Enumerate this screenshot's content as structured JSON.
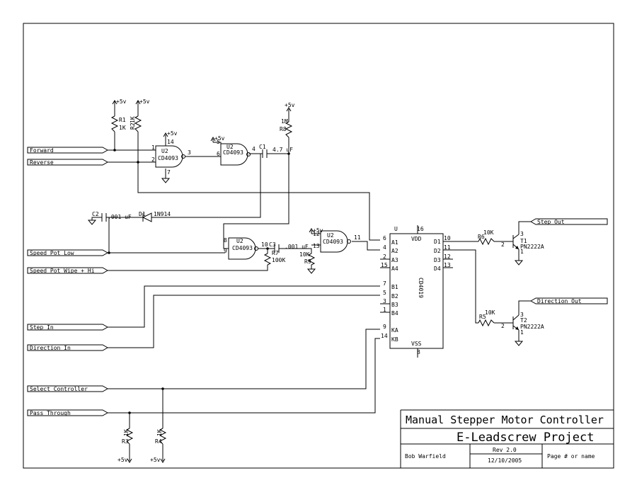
{
  "title_block": {
    "title": "Manual Stepper Motor Controller",
    "project": "E-Leadscrew Project",
    "author": "Bob Warfield",
    "revision": "Rev 2.0",
    "date": "12/10/2005",
    "page": "Page # or name"
  },
  "inputs": [
    {
      "label": "Forward"
    },
    {
      "label": "Reverse"
    },
    {
      "label": "Speed Pot Low"
    },
    {
      "label": "Speed Pot Wipe + Hi"
    },
    {
      "label": "Step In"
    },
    {
      "label": "Direction In"
    },
    {
      "label": "Select Controller"
    },
    {
      "label": "Pass Through"
    }
  ],
  "outputs": [
    {
      "label": "Step Out"
    },
    {
      "label": "Direction Out"
    }
  ],
  "components": {
    "r1": {
      "ref": "R1",
      "value": "1K"
    },
    "r2": {
      "ref": "R2",
      "value": "1K"
    },
    "r3": {
      "ref": "R3",
      "value": "1K"
    },
    "r4": {
      "ref": "R4",
      "value": "1K"
    },
    "r5": {
      "ref": "R5",
      "value": "10K"
    },
    "r6": {
      "ref": "R6",
      "value": "10K"
    },
    "r7": {
      "ref": "R7",
      "value": "100K"
    },
    "r8": {
      "ref": "R8",
      "value": "1M"
    },
    "r9": {
      "ref": "R9",
      "value": "10K"
    },
    "c1": {
      "ref": "C1",
      "value": "4.7 uF"
    },
    "c2": {
      "ref": "C2",
      "value": ".001 uF"
    },
    "c3": {
      "ref": "C3",
      "value": ".001 uF"
    },
    "d1": {
      "ref": "D1",
      "value": "1N914"
    },
    "t1": {
      "ref": "T1",
      "value": "PN2222A"
    },
    "t2": {
      "ref": "T2",
      "value": "PN2222A"
    },
    "u2": {
      "ref": "U2",
      "value": "CD4093"
    },
    "u": {
      "ref": "U",
      "value": "CD4019"
    }
  },
  "power": {
    "vcc": "+5v"
  },
  "pins": {
    "g1": [
      "1",
      "2",
      "3",
      "14",
      "7"
    ],
    "g2": [
      "5",
      "6",
      "4"
    ],
    "g3": [
      "8",
      "9",
      "10"
    ],
    "g4": [
      "12",
      "13",
      "11"
    ],
    "u_left": [
      "6",
      "4",
      "2",
      "15",
      "7",
      "5",
      "3",
      "1",
      "9",
      "14"
    ],
    "u_left_names": [
      "A1",
      "A2",
      "A3",
      "A4",
      "B1",
      "B2",
      "B3",
      "B4",
      "KA",
      "KB"
    ],
    "u_right": [
      "10",
      "11",
      "12",
      "13"
    ],
    "u_right_names": [
      "D1",
      "D2",
      "D3",
      "D4"
    ],
    "u_top": "16",
    "u_bottom": "8",
    "u_vdd": "VDD",
    "u_vss": "VSS",
    "t_pins": [
      "3",
      "2",
      "1"
    ]
  }
}
